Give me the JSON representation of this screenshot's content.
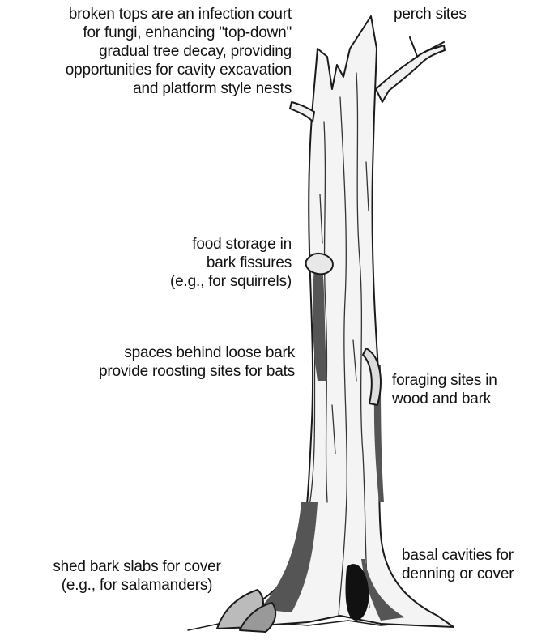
{
  "labels": {
    "broken_tops": {
      "lines": [
        "broken tops are an infection court",
        "for fungi, enhancing \"top-down\"",
        "gradual tree decay, providing",
        "opportunities for cavity excavation",
        "and platform style nests"
      ]
    },
    "perch_sites": {
      "lines": [
        "perch sites"
      ]
    },
    "food_storage": {
      "lines": [
        "food storage in",
        "bark fissures",
        "(e.g., for squirrels)"
      ]
    },
    "loose_bark": {
      "lines": [
        "spaces behind loose bark",
        "provide roosting sites for bats"
      ]
    },
    "foraging": {
      "lines": [
        "foraging sites in",
        "wood and bark"
      ]
    },
    "shed_bark": {
      "lines": [
        "shed bark slabs for cover",
        "(e.g., for salamanders)"
      ]
    },
    "basal_cavities": {
      "lines": [
        "basal cavities for",
        "denning or cover"
      ]
    }
  },
  "colors": {
    "ink": "#1a1a1a",
    "bark_light": "#f2f2f2",
    "bark_shadow": "#555555"
  }
}
